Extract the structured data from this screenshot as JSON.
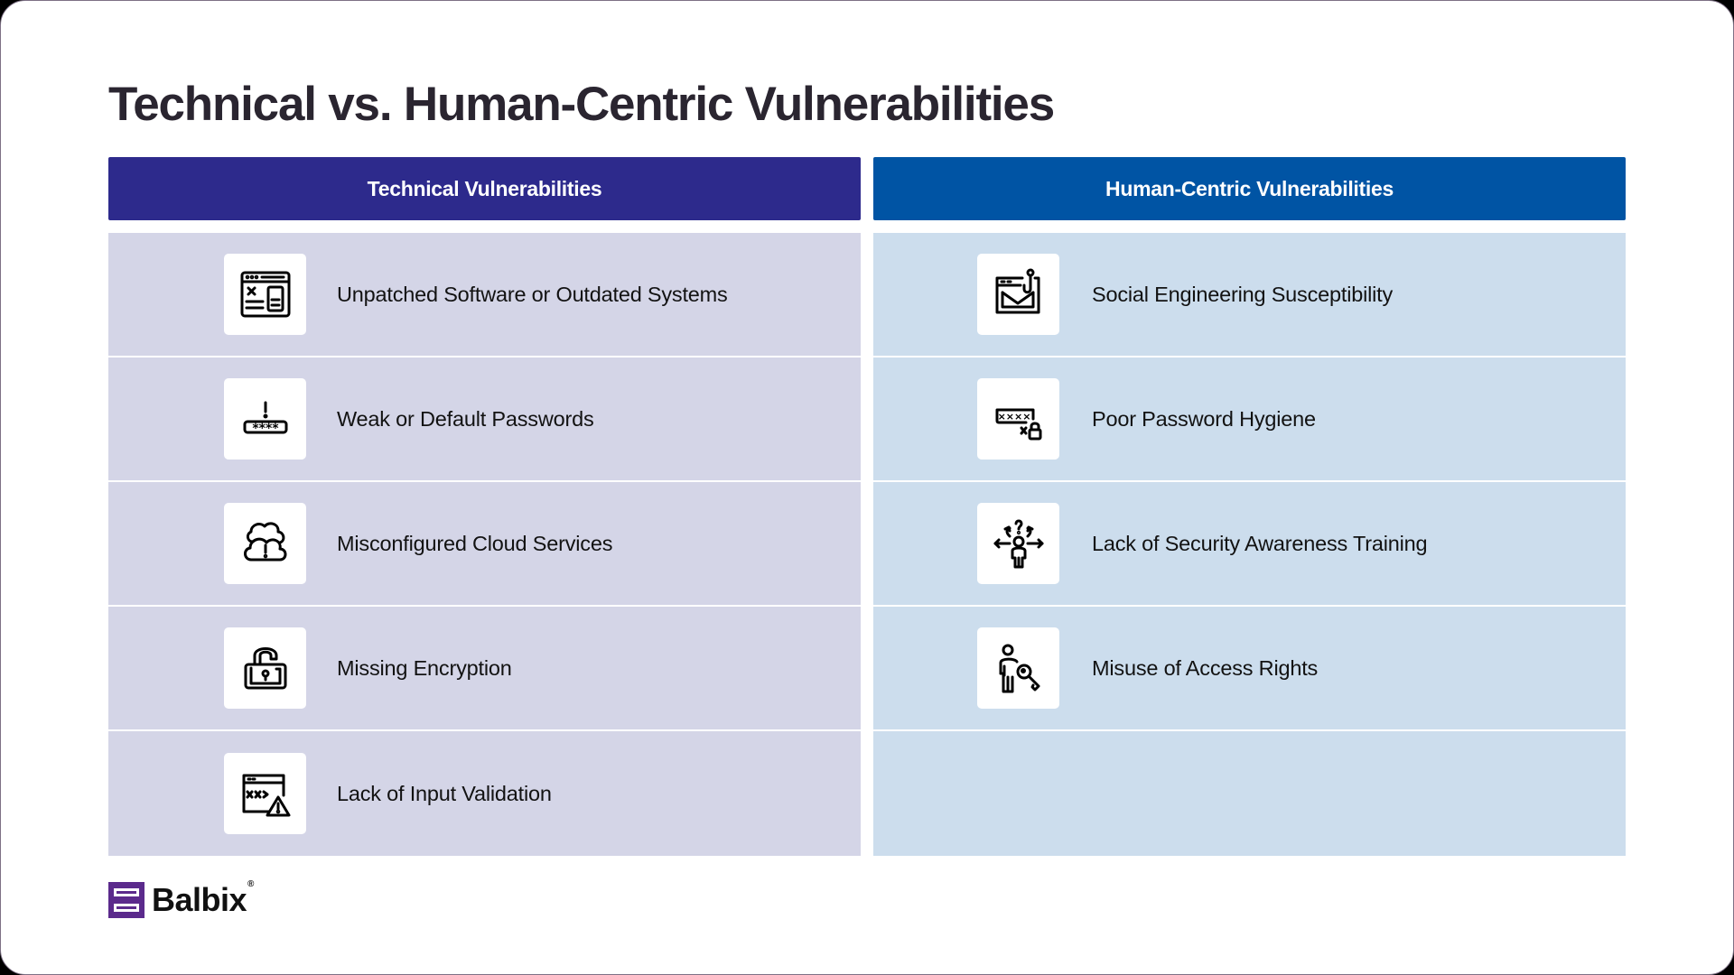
{
  "title": "Technical vs. Human-Centric Vulnerabilities",
  "colors": {
    "technical_header": "#2d2a8c",
    "human_header": "#0054a4",
    "technical_row": "#d4d5e7",
    "human_row": "#ccdded",
    "logo_purple": "#5b2a8c"
  },
  "columns": {
    "technical": {
      "header": "Technical Vulnerabilities",
      "items": [
        {
          "label": "Unpatched Software or Outdated Systems",
          "icon": "browser-window-error-icon"
        },
        {
          "label": "Weak or Default Passwords",
          "icon": "password-alert-icon"
        },
        {
          "label": "Misconfigured Cloud Services",
          "icon": "cloud-warning-icon"
        },
        {
          "label": "Missing Encryption",
          "icon": "unlocked-padlock-icon"
        },
        {
          "label": "Lack of Input Validation",
          "icon": "code-window-warning-icon"
        }
      ]
    },
    "human": {
      "header": "Human-Centric Vulnerabilities",
      "items": [
        {
          "label": "Social Engineering Susceptibility",
          "icon": "phishing-email-icon"
        },
        {
          "label": "Poor Password Hygiene",
          "icon": "password-lock-icon"
        },
        {
          "label": "Lack of Security Awareness Training",
          "icon": "confused-person-icon"
        },
        {
          "label": "Misuse of Access Rights",
          "icon": "person-key-icon"
        },
        {
          "label": "",
          "icon": ""
        }
      ]
    }
  },
  "brand": {
    "name": "Balbix",
    "registered": "®"
  }
}
